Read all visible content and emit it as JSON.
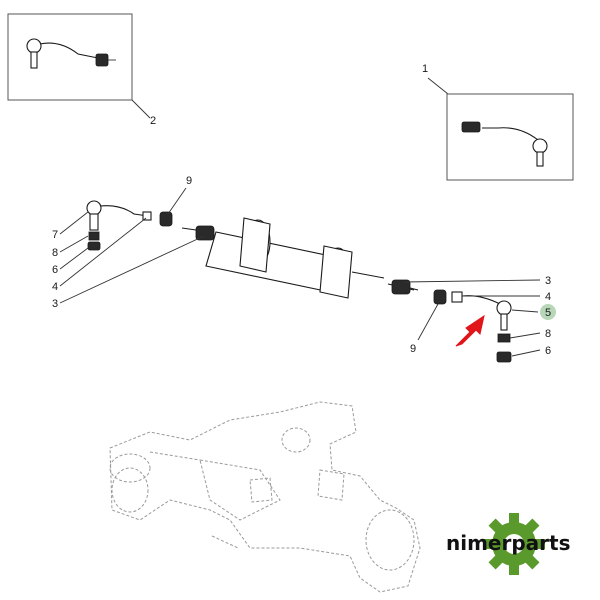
{
  "callouts": {
    "inset_top_left": "2",
    "inset_right": "1",
    "left_assembly": [
      "7",
      "8",
      "6",
      "4",
      "3"
    ],
    "top_nut": "9",
    "right_rod": "3",
    "right_bush": "4",
    "right_highlight": "5",
    "right_bottom": [
      "8",
      "6"
    ],
    "bottom_nut": "9"
  },
  "brand": {
    "name": "nimerparts",
    "gear_color": "#5a9a2c",
    "arrow_color": "#e0161b",
    "highlight_color": "#9fc9a0"
  }
}
